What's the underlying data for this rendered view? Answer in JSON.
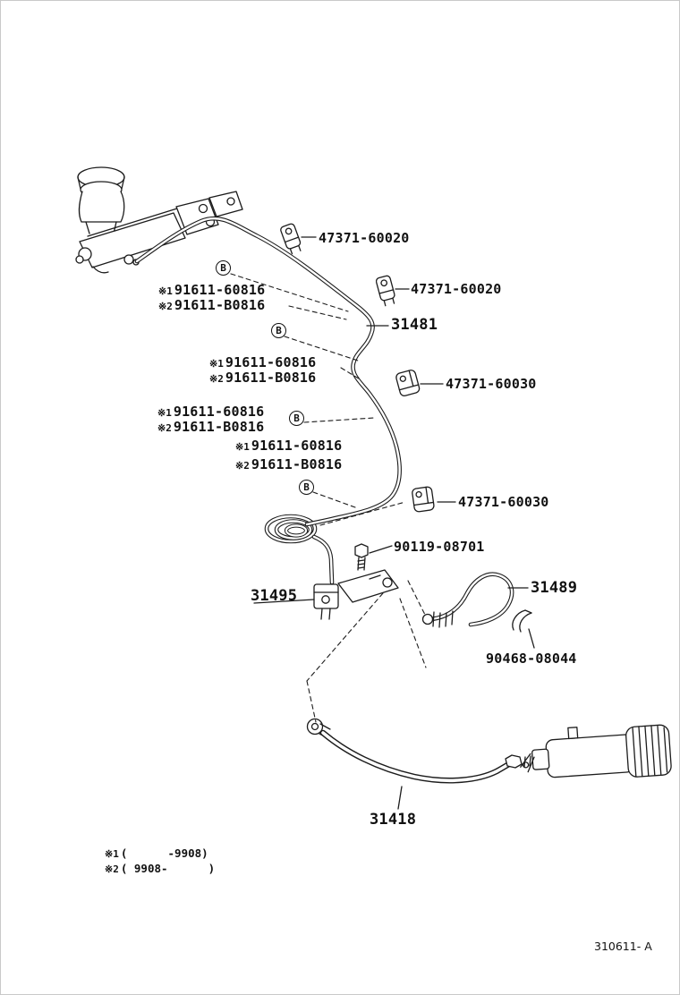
{
  "diagram": {
    "footer_code": "310611- A",
    "callout_letter": "B",
    "labels": {
      "clamp_upper_1": "47371-60020",
      "clamp_upper_2": "47371-60020",
      "tube_main": "31481",
      "clamp_mid": "47371-60030",
      "clamp_lower": "47371-60030",
      "union_bolt": "90119-08701",
      "damper": "31495",
      "tube_rear": "31489",
      "clip": "90468-08044",
      "flexible_hose": "31418"
    },
    "grommets": [
      {
        "prefix1": "※1",
        "part1": "91611-60816",
        "prefix2": "※2",
        "part2": "91611-B0816"
      },
      {
        "prefix1": "※1",
        "part1": "91611-60816",
        "prefix2": "※2",
        "part2": "91611-B0816"
      },
      {
        "prefix1": "※1",
        "part1": "91611-60816",
        "prefix2": "※2",
        "part2": "91611-B0816"
      },
      {
        "prefix1": "※1",
        "part1": "91611-60816",
        "prefix2": "※2",
        "part2": "91611-B0816"
      }
    ],
    "legend": [
      {
        "prefix": "※1",
        "range": "(      -9908)"
      },
      {
        "prefix": "※2",
        "range": "( 9908-      )"
      }
    ]
  }
}
